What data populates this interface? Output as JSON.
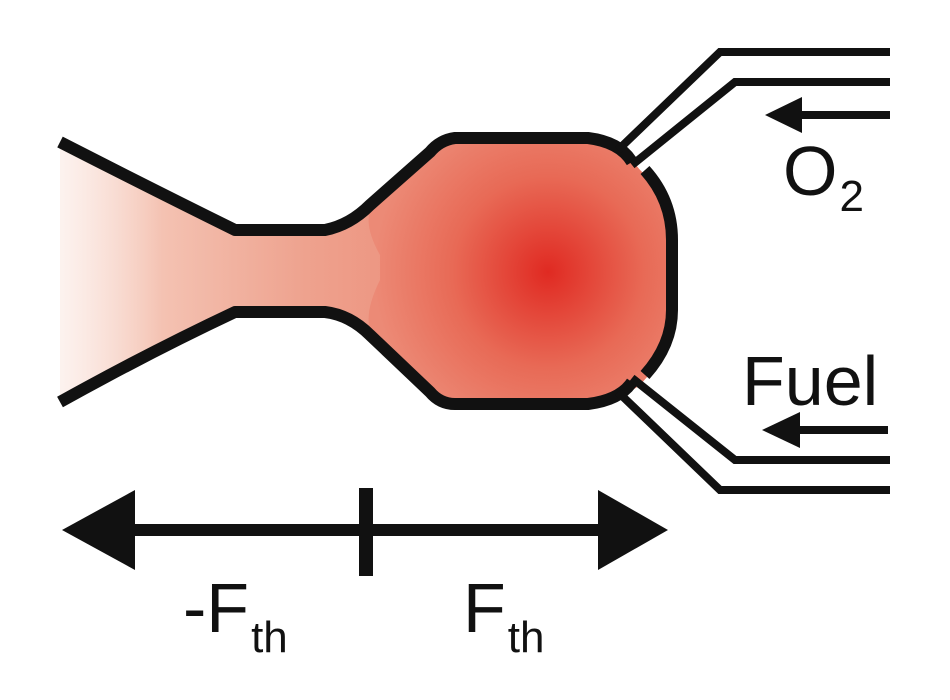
{
  "labels": {
    "oxygen": "O",
    "oxygen_sub": "2",
    "fuel": "Fuel",
    "neg_thrust": "-F",
    "neg_thrust_sub": "th",
    "pos_thrust": "F",
    "pos_thrust_sub": "th"
  },
  "colors": {
    "outline": "#111111",
    "flame_core": "#e02a22",
    "flame_mid": "#ec8a76",
    "flame_edge": "#f8d8cc",
    "background": "#ffffff"
  }
}
